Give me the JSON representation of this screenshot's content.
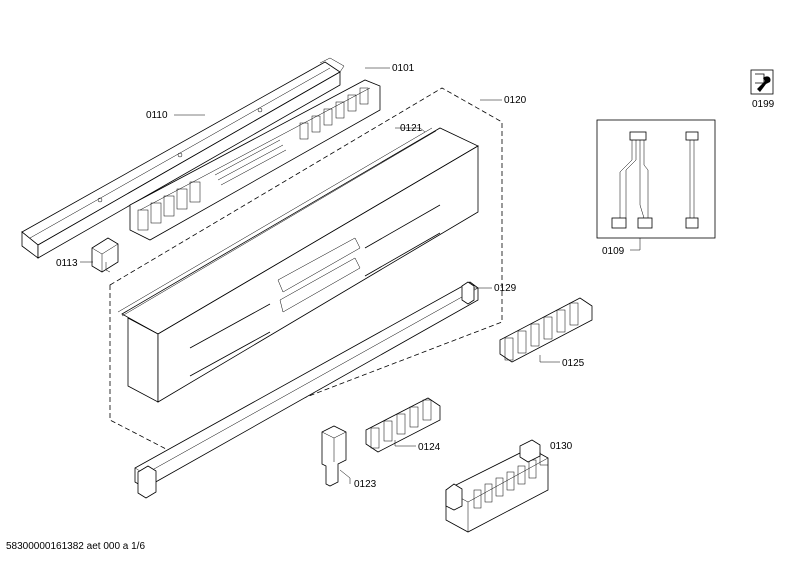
{
  "labels": {
    "p0101": "0101",
    "p0109": "0109",
    "p0110": "0110",
    "p0113": "0113",
    "p0120": "0120",
    "p0121": "0121",
    "p0123": "0123",
    "p0124": "0124",
    "p0125": "0125",
    "p0129": "0129",
    "p0130": "0130",
    "p0199": "0199"
  },
  "footer": {
    "doc_id": "58300000161382 aet 000 a 1/6"
  },
  "icons": {
    "service": "wrench-icon"
  }
}
